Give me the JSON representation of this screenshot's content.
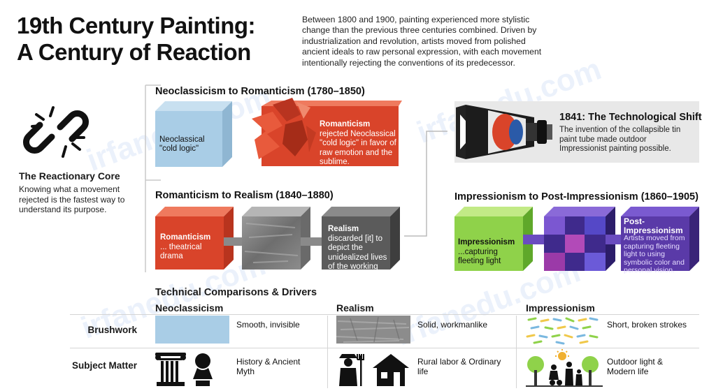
{
  "title": {
    "line1": "19th Century Painting:",
    "line2": "A Century of Reaction"
  },
  "intro": "Between 1800 and 1900, painting experienced more stylistic change than the previous three centuries combined. Driven by industrialization and revolution, artists moved from polished ancient ideals to raw personal expression, with each movement intentionally rejecting the conventions of its predecessor.",
  "core": {
    "heading": "The Reactionary Core",
    "text": "Knowing what a movement rejected is the fastest way to understand its purpose.",
    "icon": "broken-chain-icon"
  },
  "sections": {
    "neo_rom": {
      "heading": "Neoclassicism to Romanticism (1780–1850)",
      "left_label": "Neoclassical \"cold logic\"",
      "right_title": "Romanticism",
      "right_text": "rejected Neoclassical \"cold logic\" in favor of raw emotion and the sublime."
    },
    "rom_real": {
      "heading": "Romanticism to Realism (1840–1880)",
      "left_title": "Romanticism",
      "left_text": "... theatrical drama",
      "right_title": "Realism",
      "right_text": "discarded [it] to depict the unidealized lives of the working class."
    },
    "tech": {
      "heading": "1841: The Technological Shift",
      "text": "The invention of the collapsible tin paint tube made outdoor Impressionist painting possible.",
      "icon": "paint-tube-icon"
    },
    "imp_post": {
      "heading": "Impressionism to Post-Impressionism (1860–1905)",
      "left_title": "Impressionism",
      "left_text": "...capturing fleeting light",
      "right_title": "Post-Impressionism",
      "right_text": "Artists moved from capturing fleeting light to using symbolic color and personal vision."
    }
  },
  "comparison": {
    "title": "Technical Comparisons & Drivers",
    "columns": [
      "Neoclassicism",
      "Realism",
      "Impressionism"
    ],
    "rows": [
      {
        "label": "Brushwork",
        "cells": [
          "Smooth, invisible",
          "Solid, workmanlike",
          "Short, broken strokes"
        ]
      },
      {
        "label": "Subject Matter",
        "cells": [
          "History & Ancient Myth",
          "Rural labor & Ordinary life",
          "Outdoor light & Modern life"
        ]
      }
    ]
  },
  "colors": {
    "neo_blue": "#a9cde6",
    "rom_red": "#d9442a",
    "realism_gray": "#5b5b5b",
    "imp_green": "#8fd24a",
    "post_purple": "#5a3aa8"
  }
}
